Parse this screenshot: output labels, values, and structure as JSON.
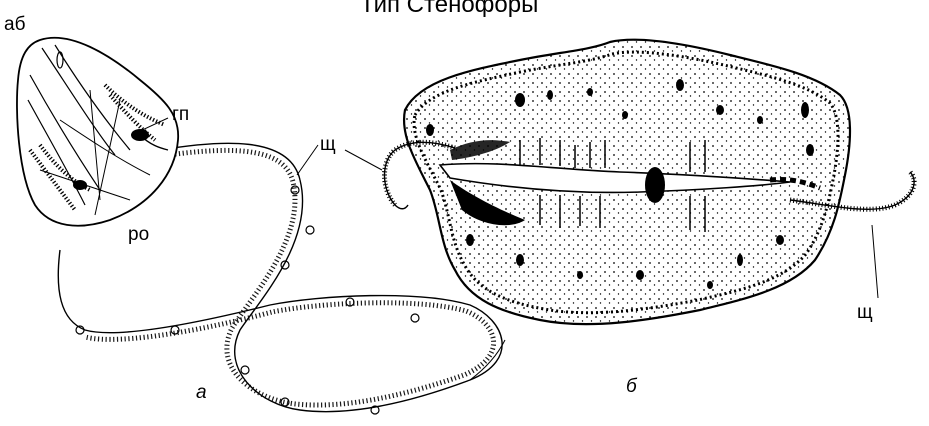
{
  "title": "Тип Стенофоры",
  "panel_a": {
    "letter": "а",
    "labels": {
      "aboral": "аб",
      "genital": "гп",
      "mouth": "ро",
      "tentacle": "щ"
    }
  },
  "panel_b": {
    "letter": "б",
    "labels": {
      "tentacle": "щ"
    }
  }
}
